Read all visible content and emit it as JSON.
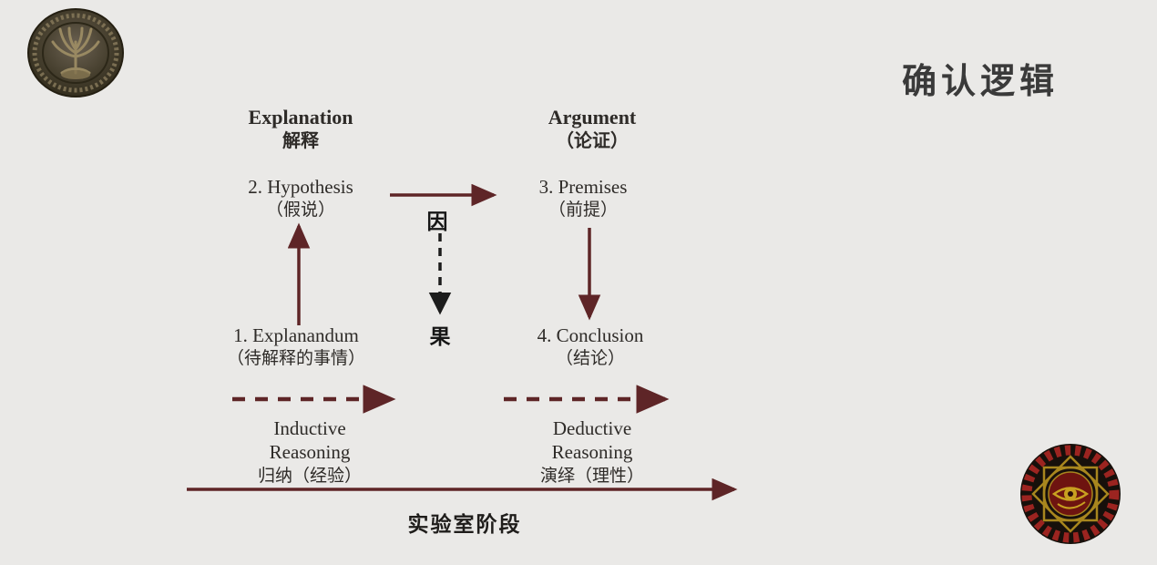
{
  "title": "确认逻辑",
  "columns": {
    "explanation": {
      "heading_en": "Explanation",
      "heading_zh": "解释",
      "node_top_en": "2. Hypothesis",
      "node_top_zh": "（假说）",
      "node_bottom_en": "1. Explanandum",
      "node_bottom_zh": "（待解释的事情）",
      "reasoning_en_1": "Inductive",
      "reasoning_en_2": "Reasoning",
      "reasoning_zh": "归纳（经验）"
    },
    "argument": {
      "heading_en": "Argument",
      "heading_zh": "（论证）",
      "node_top_en": "3. Premises",
      "node_top_zh": "（前提）",
      "node_bottom_en": "4. Conclusion",
      "node_bottom_zh": "（结论）",
      "reasoning_en_1": "Deductive",
      "reasoning_en_2": "Reasoning",
      "reasoning_zh": "演绎（理性）"
    }
  },
  "center_labels": {
    "cause": "因",
    "effect": "果"
  },
  "bottom_label": "实验室阶段",
  "logos": {
    "top_left": "bronze-tree-seal",
    "bottom_right": "red-star-eye-seal"
  },
  "colors": {
    "background": "#eae9e7",
    "text": "#2e2b28",
    "title": "#3a3a3a",
    "arrow_maroon": "#5e2527",
    "arrow_black": "#1c1c1c"
  }
}
